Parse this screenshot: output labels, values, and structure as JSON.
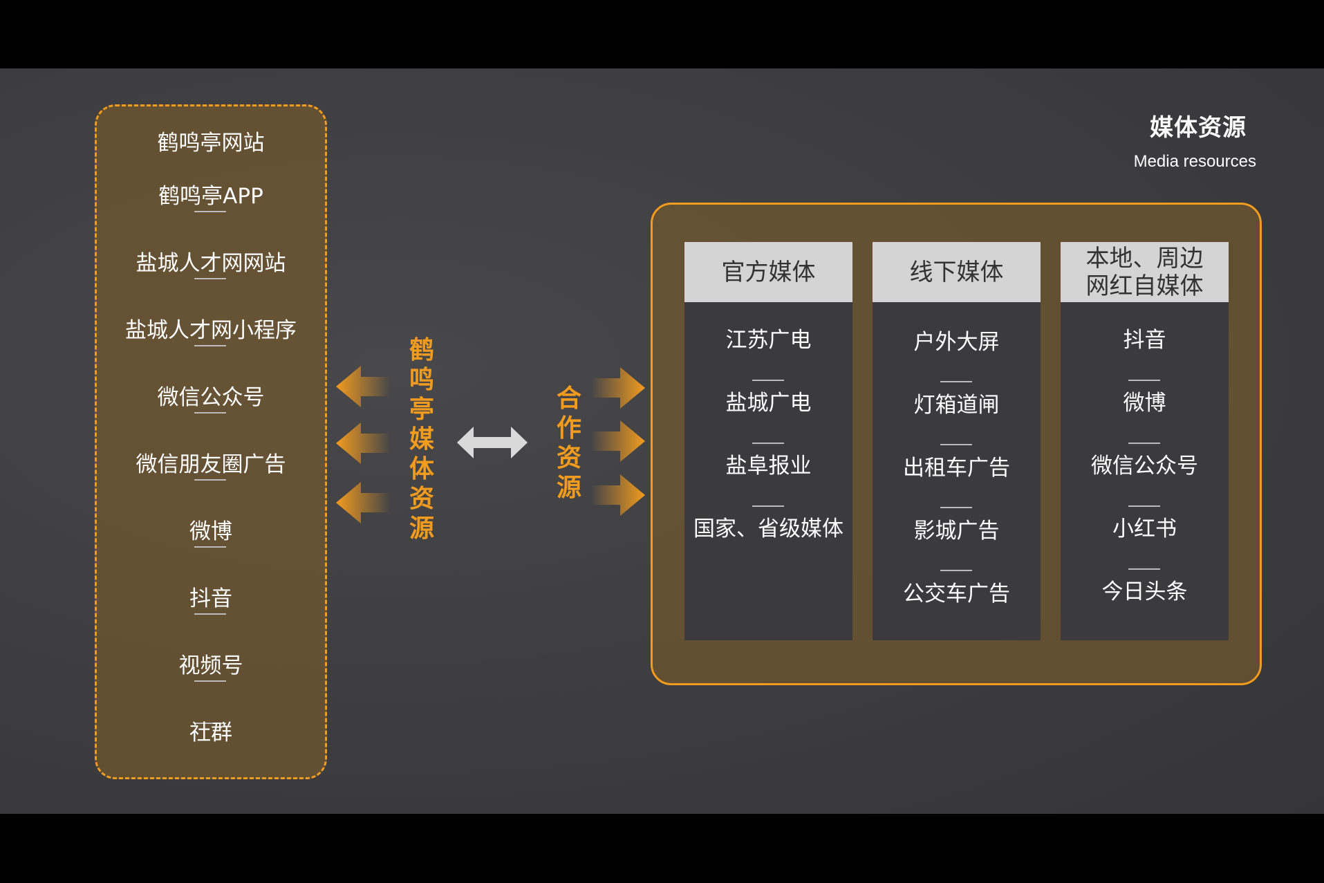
{
  "title": {
    "cn": "媒体资源",
    "en": "Media resources"
  },
  "left_panel": {
    "items": [
      "鹤鸣亭网站",
      "鹤鸣亭APP",
      "盐城人才网网站",
      "盐城人才网小程序",
      "微信公众号",
      "微信朋友圈广告",
      "微博",
      "抖音",
      "视频号",
      "社群"
    ]
  },
  "center": {
    "label_left": [
      "鹤",
      "鸣",
      "亭",
      "媒",
      "体",
      "资",
      "源"
    ],
    "label_right": [
      "合",
      "作",
      "资",
      "源"
    ]
  },
  "colors": {
    "accent": "#f29c1f",
    "header_bg": "#d4d4d4",
    "column_bg": "#3b3b3d"
  },
  "right_panel": {
    "columns": [
      {
        "header": "官方媒体",
        "items": [
          "江苏广电",
          "盐城广电",
          "盐阜报业",
          "国家、省级媒体"
        ]
      },
      {
        "header": "线下媒体",
        "items": [
          "户外大屏",
          "灯箱道闸",
          "出租车广告",
          "影城广告",
          "公交车广告"
        ]
      },
      {
        "header_lines": [
          "本地、周边",
          "网红自媒体"
        ],
        "items": [
          "抖音",
          "微博",
          "微信公众号",
          "小红书",
          "今日头条"
        ]
      }
    ]
  }
}
